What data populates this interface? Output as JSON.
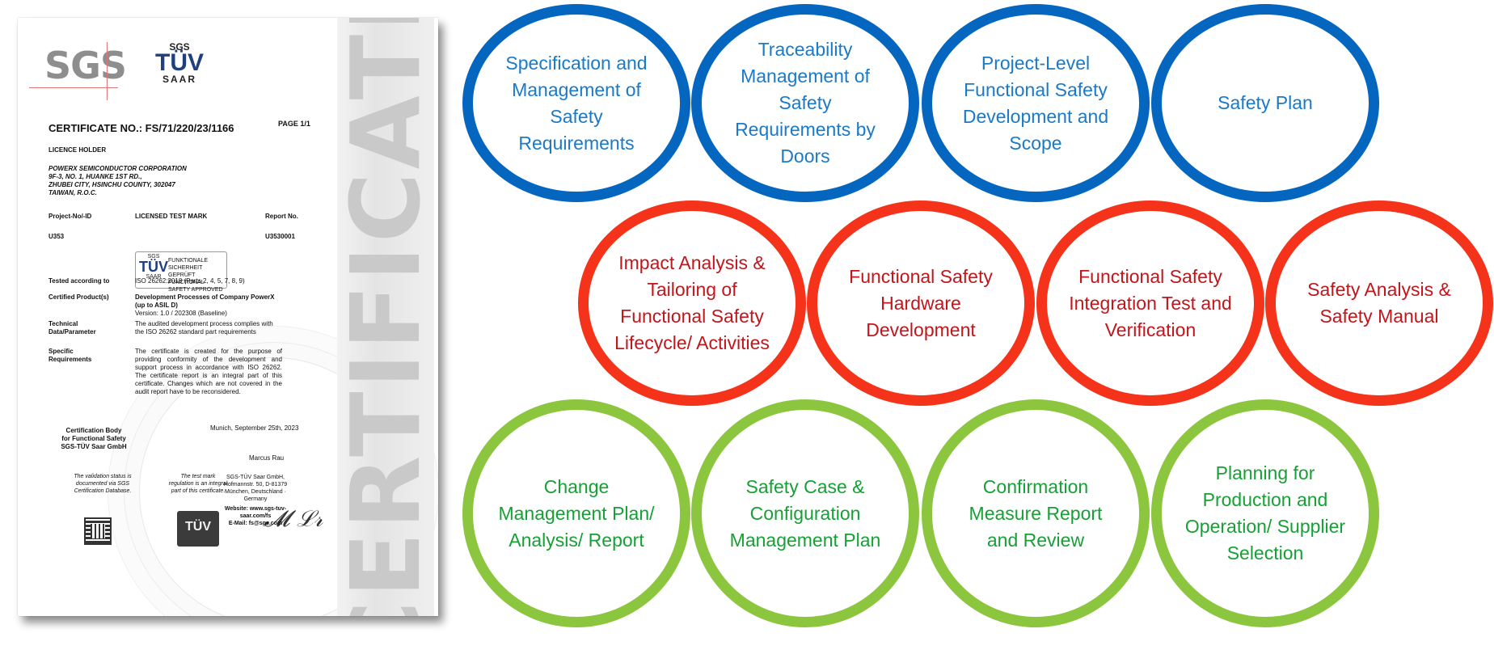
{
  "certificate": {
    "sgs_logo": "SGS",
    "tuv_logo_top": "SGS",
    "tuv_logo_mid": "TÜV",
    "tuv_logo_bottom": "SAAR",
    "certificate_no": "CERTIFICATE NO.: FS/71/220/23/1166",
    "page": "PAGE 1/1",
    "licence_holder_label": "LICENCE HOLDER",
    "holder_lines": [
      "POWERX SEMICONDUCTOR CORPORATION",
      "9F-3, NO. 1, HUANKE 1ST RD.,",
      "ZHUBEI CITY, HSINCHU COUNTY, 302047",
      "TAIWAN, R.O.C."
    ],
    "project_label": "Project-No/-ID",
    "mark_label": "LICENSED TEST MARK",
    "report_label": "Report No.",
    "project_value": "U353",
    "report_value": "U3530001",
    "mark_sgs": "SGS",
    "mark_tuv": "TÜV",
    "mark_saar": "SAAR",
    "mark_text_1": "FUNKTIONALE SICHERHEIT GEPRÜFT",
    "mark_text_2": "FUNCTIONAL SAFETY APPROVED",
    "tested_label": "Tested according to",
    "tested_value": "ISO 26262:2018 (Parts 2, 4, 5, 7, 8, 9)",
    "certified_label": "Certified Product(s)",
    "certified_value_1": "Development Processes of Company PowerX",
    "certified_value_2": "(up to ASIL D)",
    "certified_value_3": "Version: 1.0 / 202308 (Baseline)",
    "technical_label_1": "Technical",
    "technical_label_2": "Data/Parameter",
    "technical_value": "The audited development process complies with the ISO 26262 standard part requirements",
    "specific_label_1": "Specific",
    "specific_label_2": "Requirements",
    "specific_value": "The certificate is created for the purpose of providing conformity of the development and support process in accordance with ISO 26262. The certificate report is an integral part of this certificate. Changes which are not covered in the audit report have to be reconsidered.",
    "body_label_1": "Certification Body",
    "body_label_2": "for Functional Safety",
    "body_label_3": "SGS-TÜV Saar GmbH",
    "date": "Munich, September 25th, 2023",
    "seal_text": "TÜV",
    "signer": "Marcus Rau",
    "validation_note": "The validation status is documented via SGS Certification Database.",
    "regulation_note": "The test mark regulation is an integral part of this certificate.",
    "address_note": "SGS-TÜV Saar GmbH, Hofmannstr. 50, D-81379 München, Deutschland · Germany",
    "website_note": "Website: www.sgs-tuv-saar.com/fs",
    "email_note": "E-Mail: fs@sgs.com",
    "watermark": "CERTIFICATE"
  },
  "circles": [
    {
      "label": "Specification and\nManagement of\nSafety\nRequirements",
      "group": "blue"
    },
    {
      "label": "Traceability\nManagement of\nSafety\nRequirements by\nDoors",
      "group": "blue"
    },
    {
      "label": "Project-Level\nFunctional Safety\nDevelopment and\nScope",
      "group": "blue"
    },
    {
      "label": "Safety Plan",
      "group": "blue"
    },
    {
      "label": "Impact Analysis &\nTailoring of\nFunctional Safety\nLifecycle/ Activities",
      "group": "red"
    },
    {
      "label": "Functional Safety\nHardware\nDevelopment",
      "group": "red"
    },
    {
      "label": "Functional Safety\nIntegration Test and\nVerification",
      "group": "red"
    },
    {
      "label": "Safety Analysis &\nSafety Manual",
      "group": "red"
    },
    {
      "label": "Change\nManagement Plan/\nAnalysis/ Report",
      "group": "green"
    },
    {
      "label": "Safety Case &\nConfiguration\nManagement Plan",
      "group": "green"
    },
    {
      "label": "Confirmation\nMeasure Report\nand Review",
      "group": "green"
    },
    {
      "label": "Planning for\nProduction and\nOperation/ Supplier\nSelection",
      "group": "green"
    }
  ],
  "colors": {
    "blue_ring": "#0566c0",
    "red_ring": "#f5321a",
    "green_ring": "#8cc63f"
  }
}
